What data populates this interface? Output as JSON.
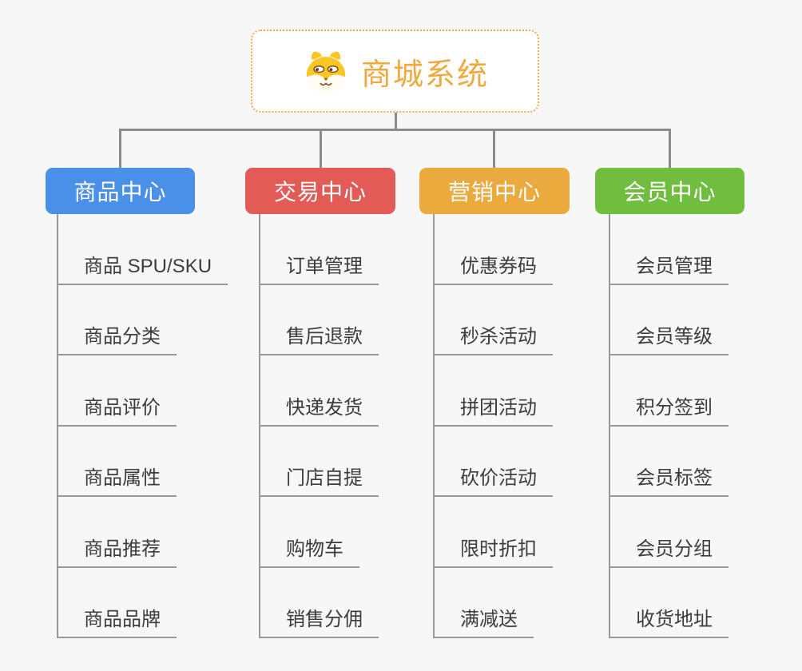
{
  "canvas": {
    "background": "#f7f7f7"
  },
  "root": {
    "label": "商城系统",
    "icon": "shiba-dog-icon",
    "text_color": "#efa93f",
    "border_color": "#f2aa52",
    "background": "#ffffff"
  },
  "connector_color": "#8b8b8b",
  "child_line_color": "#999999",
  "child_text_color": "#3c3c3c",
  "branches": [
    {
      "label": "商品中心",
      "color": "#4a8fe8",
      "children": [
        "商品 SPU/SKU",
        "商品分类",
        "商品评价",
        "商品属性",
        "商品推荐",
        "商品品牌"
      ]
    },
    {
      "label": "交易中心",
      "color": "#e25b57",
      "children": [
        "订单管理",
        "售后退款",
        "快递发货",
        "门店自提",
        "购物车",
        "销售分佣"
      ]
    },
    {
      "label": "营销中心",
      "color": "#eaaa3e",
      "children": [
        "优惠券码",
        "秒杀活动",
        "拼团活动",
        "砍价活动",
        "限时折扣",
        "满减送"
      ]
    },
    {
      "label": "会员中心",
      "color": "#70bd40",
      "children": [
        "会员管理",
        "会员等级",
        "积分签到",
        "会员标签",
        "会员分组",
        "收货地址"
      ]
    }
  ]
}
